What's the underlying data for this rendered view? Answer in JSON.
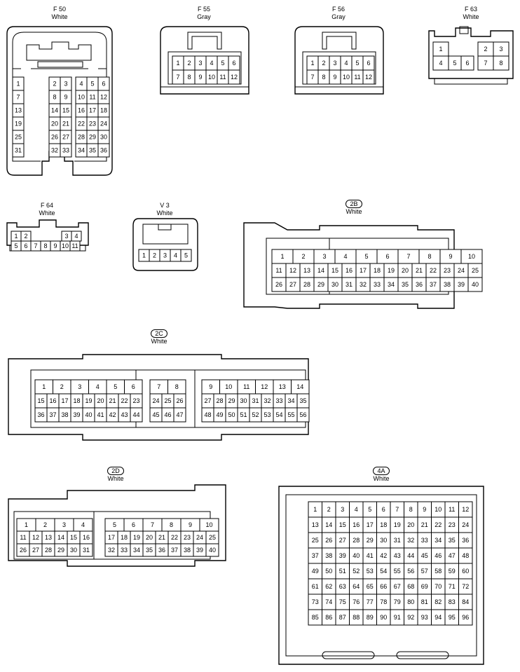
{
  "connectors": [
    {
      "id": "f50",
      "title": "F 50",
      "color": "White",
      "circled": false,
      "groups": [
        {
          "rows": [
            [
              "",
              "2",
              "3"
            ],
            [
              "",
              "8",
              "9"
            ],
            [
              "",
              "14",
              "15"
            ],
            [
              "",
              "20",
              "21"
            ],
            [
              "",
              "26",
              "27"
            ],
            [
              "",
              "32",
              "33"
            ]
          ]
        },
        {
          "rows": [
            [
              "1"
            ],
            [
              "7"
            ],
            [
              "13"
            ],
            [
              "19"
            ],
            [
              "25"
            ],
            [
              "31"
            ]
          ]
        },
        {
          "rows": [
            [
              "4",
              "5",
              "6"
            ],
            [
              "10",
              "11",
              "12"
            ],
            [
              "16",
              "17",
              "18"
            ],
            [
              "22",
              "23",
              "24"
            ],
            [
              "28",
              "29",
              "30"
            ],
            [
              "34",
              "35",
              "36"
            ]
          ]
        }
      ]
    },
    {
      "id": "f55",
      "title": "F 55",
      "color": "Gray",
      "circled": false,
      "groups": [
        {
          "rows": [
            [
              "1",
              "2",
              "3",
              "4",
              "5",
              "6"
            ],
            [
              "7",
              "8",
              "9",
              "10",
              "11",
              "12"
            ]
          ]
        }
      ]
    },
    {
      "id": "f56",
      "title": "F 56",
      "color": "Gray",
      "circled": false,
      "groups": [
        {
          "rows": [
            [
              "1",
              "2",
              "3",
              "4",
              "5",
              "6"
            ],
            [
              "7",
              "8",
              "9",
              "10",
              "11",
              "12"
            ]
          ]
        }
      ]
    },
    {
      "id": "f63",
      "title": "F 63",
      "color": "White",
      "circled": false,
      "groups": [
        {
          "rows": [
            [
              "1"
            ],
            [
              "4"
            ]
          ]
        },
        {
          "rows": [
            [
              "5",
              "6"
            ]
          ]
        },
        {
          "rows": [
            [
              "2",
              "3"
            ],
            [
              "7",
              "8"
            ]
          ]
        }
      ]
    },
    {
      "id": "f64",
      "title": "F 64",
      "color": "White",
      "circled": false,
      "groups": [
        {
          "rows": [
            [
              "1",
              "2"
            ]
          ]
        },
        {
          "rows": [
            [
              "5",
              "6",
              "7",
              "8",
              "9",
              "10",
              "11"
            ]
          ]
        },
        {
          "rows": [
            [
              "3",
              "4"
            ]
          ]
        }
      ]
    },
    {
      "id": "v3",
      "title": "V 3",
      "color": "White",
      "circled": false,
      "groups": [
        {
          "rows": [
            [
              "1",
              "2",
              "3",
              "4",
              "5"
            ]
          ]
        }
      ]
    },
    {
      "id": "c2b",
      "title": "2B",
      "color": "White",
      "circled": true,
      "groups": [
        {
          "rows": [
            [
              "1",
              "2",
              "3",
              "4"
            ],
            [
              "11",
              "12",
              "13",
              "14",
              "15",
              "16"
            ],
            [
              "26",
              "27",
              "28",
              "29",
              "30",
              "31"
            ]
          ]
        },
        {
          "rows": [
            [
              "5",
              "6",
              "7",
              "8",
              "9",
              "10"
            ],
            [
              "17",
              "18",
              "19",
              "20",
              "21",
              "22",
              "23",
              "24",
              "25"
            ],
            [
              "32",
              "33",
              "34",
              "35",
              "36",
              "37",
              "38",
              "39",
              "40"
            ]
          ]
        }
      ]
    },
    {
      "id": "c2c",
      "title": "2C",
      "color": "White",
      "circled": true,
      "groups": [
        {
          "rows": [
            [
              "1",
              "2",
              "3",
              "4",
              "5",
              "6"
            ],
            [
              "15",
              "16",
              "17",
              "18",
              "19",
              "20",
              "21",
              "22",
              "23"
            ],
            [
              "36",
              "37",
              "38",
              "39",
              "40",
              "41",
              "42",
              "43",
              "44"
            ]
          ]
        },
        {
          "rows": [
            [
              "7",
              "8"
            ],
            [
              "24",
              "25",
              "26"
            ],
            [
              "45",
              "46",
              "47"
            ]
          ]
        },
        {
          "rows": [
            [
              "9",
              "10",
              "11",
              "12",
              "13",
              "14"
            ],
            [
              "27",
              "28",
              "29",
              "30",
              "31",
              "32",
              "33",
              "34",
              "35"
            ],
            [
              "48",
              "49",
              "50",
              "51",
              "52",
              "53",
              "54",
              "55",
              "56"
            ]
          ]
        }
      ]
    },
    {
      "id": "c2d",
      "title": "2D",
      "color": "White",
      "circled": true,
      "groups": [
        {
          "rows": [
            [
              "1",
              "2",
              "3",
              "4"
            ],
            [
              "11",
              "12",
              "13",
              "14",
              "15",
              "16"
            ],
            [
              "26",
              "27",
              "28",
              "29",
              "30",
              "31"
            ]
          ]
        },
        {
          "rows": [
            [
              "5",
              "6",
              "7",
              "8",
              "9",
              "10"
            ],
            [
              "17",
              "18",
              "19",
              "20",
              "21",
              "22",
              "23",
              "24",
              "25"
            ],
            [
              "32",
              "33",
              "34",
              "35",
              "36",
              "37",
              "38",
              "39",
              "40"
            ]
          ]
        }
      ]
    },
    {
      "id": "c4a",
      "title": "4A",
      "color": "White",
      "circled": true,
      "groups": [
        {
          "rows": [
            [
              "1",
              "2",
              "3",
              "4",
              "5",
              "6",
              "7",
              "8",
              "9",
              "10",
              "11",
              "12"
            ],
            [
              "13",
              "14",
              "15",
              "16",
              "17",
              "18",
              "19",
              "20",
              "21",
              "22",
              "23",
              "24"
            ],
            [
              "25",
              "26",
              "27",
              "28",
              "29",
              "30",
              "31",
              "32",
              "33",
              "34",
              "35",
              "36"
            ],
            [
              "37",
              "38",
              "39",
              "40",
              "41",
              "42",
              "43",
              "44",
              "45",
              "46",
              "47",
              "48"
            ],
            [
              "49",
              "50",
              "51",
              "52",
              "53",
              "54",
              "55",
              "56",
              "57",
              "58",
              "59",
              "60"
            ],
            [
              "61",
              "62",
              "63",
              "64",
              "65",
              "66",
              "67",
              "68",
              "69",
              "70",
              "71",
              "72"
            ],
            [
              "73",
              "74",
              "75",
              "76",
              "77",
              "78",
              "79",
              "80",
              "81",
              "82",
              "83",
              "84"
            ],
            [
              "85",
              "86",
              "87",
              "88",
              "89",
              "90",
              "91",
              "92",
              "93",
              "94",
              "95",
              "96"
            ]
          ]
        }
      ]
    }
  ]
}
